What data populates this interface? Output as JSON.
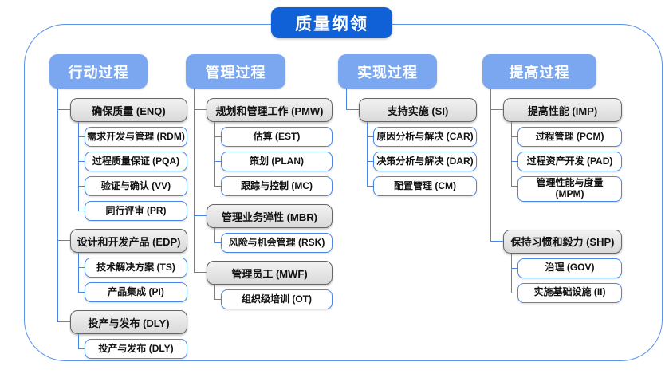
{
  "title": "质量纲领",
  "colors": {
    "title_bg": "#1060d8",
    "header_bg": "#7aa7f0",
    "gray_fill_top": "#f2f2f2",
    "gray_fill_bottom": "#d9d9d9",
    "gray_border": "#666666",
    "white_border": "#4a86e8",
    "connector": "#4a86e8",
    "container_border": "#5b93ea"
  },
  "columns": [
    {
      "header": "行动过程",
      "groups": [
        {
          "label": "确保质量 (ENQ)",
          "children": [
            "需求开发与管理 (RDM)",
            "过程质量保证 (PQA)",
            "验证与确认 (VV)",
            "同行评审 (PR)"
          ]
        },
        {
          "label": "设计和开发产品 (EDP)",
          "children": [
            "技术解决方案 (TS)",
            "产品集成 (PI)"
          ]
        },
        {
          "label": "投产与发布 (DLY)",
          "children": [
            "投产与发布 (DLY)"
          ]
        }
      ]
    },
    {
      "header": "管理过程",
      "groups": [
        {
          "label": "规划和管理工作 (PMW)",
          "children": [
            "估算 (EST)",
            "策划 (PLAN)",
            "跟踪与控制 (MC)"
          ]
        },
        {
          "label": "管理业务弹性 (MBR)",
          "children": [
            "风险与机会管理 (RSK)"
          ]
        },
        {
          "label": "管理员工 (MWF)",
          "children": [
            "组织级培训 (OT)"
          ]
        }
      ]
    },
    {
      "header": "实现过程",
      "groups": [
        {
          "label": "支持实施 (SI)",
          "children": [
            "原因分析与解决 (CAR)",
            "决策分析与解决 (DAR)",
            "配置管理 (CM)"
          ]
        }
      ]
    },
    {
      "header": "提高过程",
      "groups": [
        {
          "label": "提高性能 (IMP)",
          "children": [
            "过程管理 (PCM)",
            "过程资产开发 (PAD)",
            "管理性能与度量\n(MPM)"
          ]
        },
        {
          "label": "保持习惯和毅力 (SHP)",
          "children": [
            "治理 (GOV)",
            "实施基础设施 (II)"
          ]
        }
      ]
    }
  ]
}
